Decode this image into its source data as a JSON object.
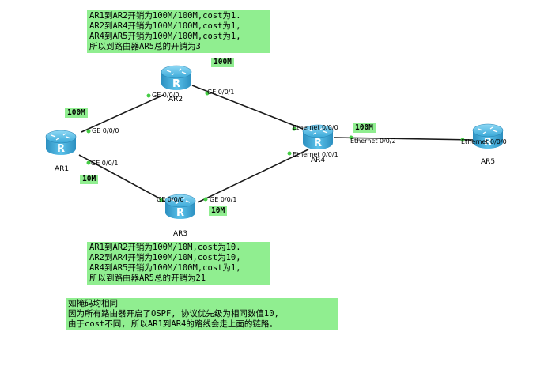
{
  "routers": {
    "ar1": {
      "name": "AR1",
      "icon": "router-icon"
    },
    "ar2": {
      "name": "AR2",
      "icon": "router-icon"
    },
    "ar3": {
      "name": "AR3",
      "icon": "router-icon"
    },
    "ar4": {
      "name": "AR4",
      "icon": "router-icon"
    },
    "ar5": {
      "name": "AR5",
      "icon": "router-icon"
    }
  },
  "ports": {
    "ar1_top": "GE 0/0/0",
    "ar1_bottom": "GE 0/0/1",
    "ar2_left": "GE 0/0/0",
    "ar2_right": "GE 0/0/1",
    "ar3_left": "GE 0/0/0",
    "ar3_right": "GE 0/0/1",
    "ar4_top": "Ethernet 0/0/0",
    "ar4_bottom": "Ethernet 0/0/1",
    "ar4_right": "Ethernet 0/0/2",
    "ar5_left": "Ethernet 0/0/0"
  },
  "bandwidth_tags": {
    "ar2_top": "100M",
    "ar1_ar2": "100M",
    "ar1_ar3": "10M",
    "ar3_ar4": "10M",
    "ar4_ar5": "100M"
  },
  "notes": {
    "top": [
      "AR1到AR2开销为100M/100M,cost为1.",
      "AR2到AR4开销为100M/100M,cost为1,",
      "AR4到AR5开销为100M/100M,cost为1,",
      "所以到路由器AR5总的开销为3"
    ],
    "middle": [
      "AR1到AR2开销为100M/10M,cost为10.",
      "AR2到AR4开销为100M/10M,cost为10,",
      "AR4到AR5开销为100M/100M,cost为1,",
      "所以到路由器AR5总的开销为21"
    ],
    "bottom": [
      "如掩码均相同",
      "因为所有路由器开启了OSPF, 协议优先级为相同数值10,",
      "由于cost不同, 所以AR1到AR4的路线会走上面的链路。"
    ]
  },
  "colors": {
    "note_bg": "#90ee90",
    "router_blue": "#3aa8d8",
    "link": "#1a1a1a",
    "port_dot": "#44cc44"
  }
}
